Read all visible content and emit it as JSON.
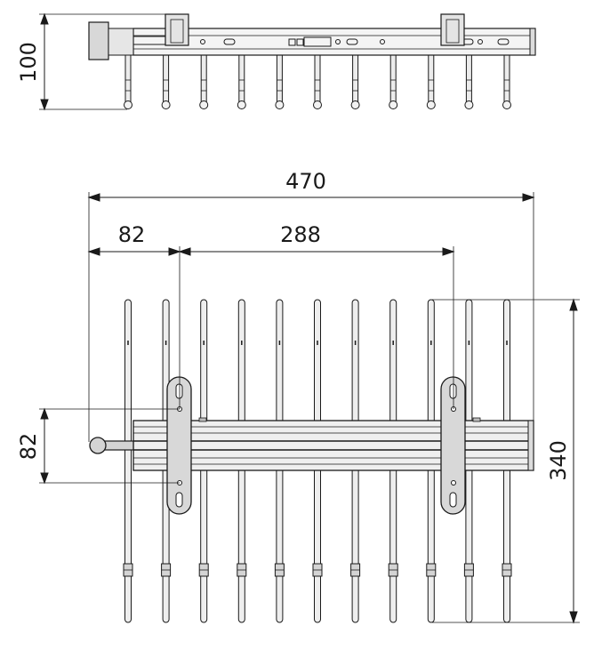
{
  "dimensions": {
    "top_height": "100",
    "total_width": "470",
    "left_offset": "82",
    "bracket_spacing": "288",
    "bracket_height": "82",
    "depth": "340"
  },
  "rods": {
    "count": 11
  },
  "colors": {
    "line": "#1a1a1a",
    "metal": "#d4d4d4",
    "metal_light": "#e8e8e8",
    "metal_dark": "#8a8a8a",
    "background": "#ffffff"
  }
}
